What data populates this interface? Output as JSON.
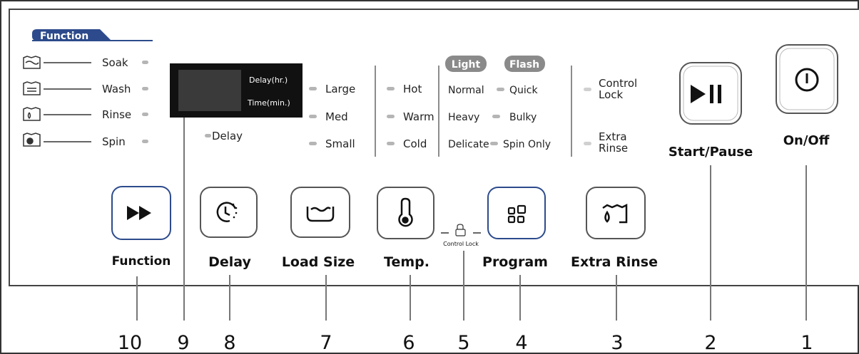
{
  "function_tab": "Function",
  "function_list": [
    {
      "label": "Soak",
      "icon": "soak-icon"
    },
    {
      "label": "Wash",
      "icon": "wash-icon"
    },
    {
      "label": "Rinse",
      "icon": "rinse-icon"
    },
    {
      "label": "Spin",
      "icon": "spin-icon"
    }
  ],
  "display": {
    "delay_hr": "Delay(hr.)",
    "time_min": "Time(min.)",
    "delay_indicator": "Delay"
  },
  "load_sizes": [
    "Large",
    "Med",
    "Small"
  ],
  "temps": [
    "Hot",
    "Warm",
    "Cold"
  ],
  "program_headers": {
    "light": "Light",
    "flash": "Flash"
  },
  "programs_light": [
    "Normal",
    "Heavy",
    "Delicate"
  ],
  "programs_flash": [
    "Quick",
    "Bulky",
    "Spin Only"
  ],
  "indicators": {
    "control_lock_1": "Control",
    "control_lock_2": "Lock",
    "extra_rinse_1": "Extra",
    "extra_rinse_2": "Rinse"
  },
  "buttons": {
    "start_pause": "Start/Pause",
    "on_off": "On/Off",
    "function": "Function",
    "delay": "Delay",
    "load_size": "Load Size",
    "temp": "Temp.",
    "control_lock": "Control Lock",
    "program": "Program",
    "extra_rinse": "Extra Rinse"
  },
  "callouts": [
    "10",
    "9",
    "8",
    "7",
    "6",
    "5",
    "4",
    "3",
    "2",
    "1"
  ],
  "colors": {
    "accent": "#2d4b8c",
    "led": "#b5b5b5",
    "display": "#111111",
    "badge": "#8a8a8a"
  }
}
